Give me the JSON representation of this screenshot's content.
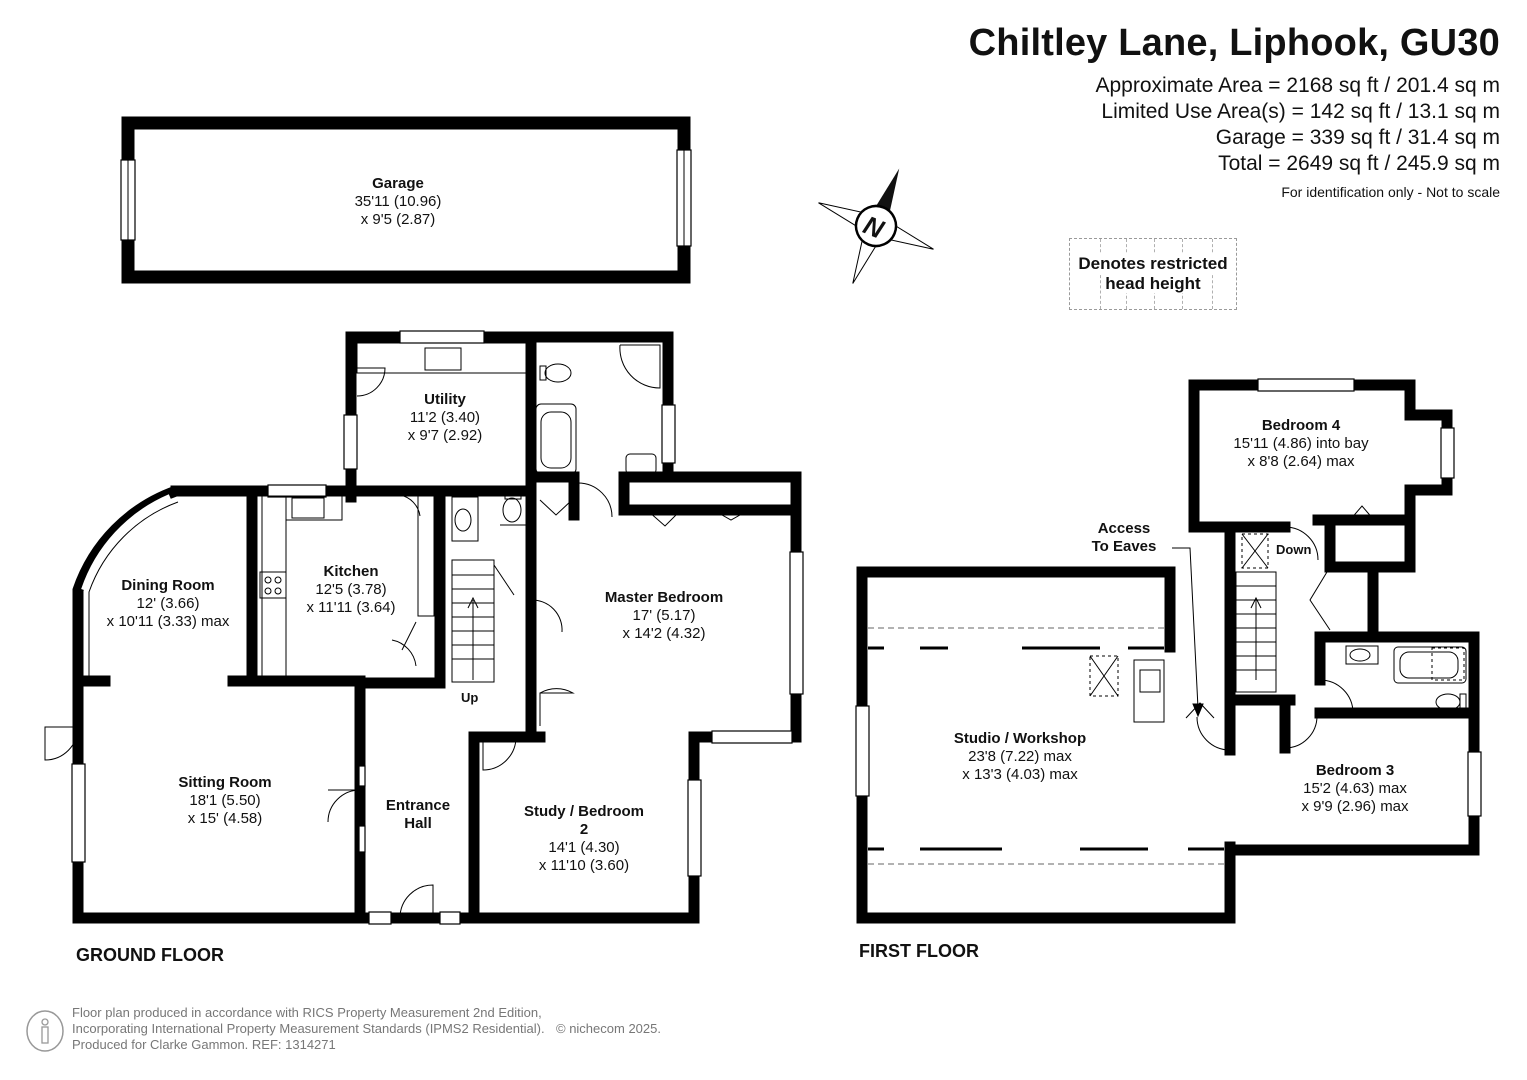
{
  "header": {
    "title": "Chiltley Lane, Liphook, GU30",
    "areas": [
      "Approximate Area = 2168 sq ft / 201.4 sq m",
      "Limited Use Area(s) = 142 sq ft / 13.1 sq m",
      "Garage = 339 sq ft / 31.4 sq m",
      "Total = 2649 sq ft / 245.9 sq m"
    ],
    "note": "For identification only - Not to scale"
  },
  "compass": {
    "label": "N"
  },
  "legend": {
    "line1": "Denotes restricted",
    "line2": "head height"
  },
  "rooms": {
    "garage": {
      "name": "Garage",
      "dim1": "35'11 (10.96)",
      "dim2": "x 9'5 (2.87)"
    },
    "utility": {
      "name": "Utility",
      "dim1": "11'2 (3.40)",
      "dim2": "x 9'7 (2.92)"
    },
    "kitchen": {
      "name": "Kitchen",
      "dim1": "12'5 (3.78)",
      "dim2": "x 11'11 (3.64)"
    },
    "dining": {
      "name": "Dining Room",
      "dim1": "12' (3.66)",
      "dim2": "x 10'11 (3.33) max"
    },
    "sitting": {
      "name": "Sitting Room",
      "dim1": "18'1 (5.50)",
      "dim2": "x 15' (4.58)"
    },
    "hall": {
      "name1": "Entrance",
      "name2": "Hall"
    },
    "master": {
      "name": "Master Bedroom",
      "dim1": "17' (5.17)",
      "dim2": "x 14'2 (4.32)"
    },
    "study": {
      "name1": "Study / Bedroom",
      "name2": "2",
      "dim1": "14'1 (4.30)",
      "dim2": "x 11'10 (3.60)"
    },
    "studio": {
      "name": "Studio / Workshop",
      "dim1": "23'8 (7.22) max",
      "dim2": "x 13'3 (4.03) max"
    },
    "bed4": {
      "name": "Bedroom 4",
      "dim1": "15'11 (4.86) into bay",
      "dim2": "x 8'8 (2.64) max"
    },
    "bed3": {
      "name": "Bedroom 3",
      "dim1": "15'2 (4.63) max",
      "dim2": "x 9'9 (2.96) max"
    }
  },
  "labels": {
    "up": "Up",
    "down": "Down",
    "eaves1": "Access",
    "eaves2": "To Eaves",
    "ground_floor": "GROUND FLOOR",
    "first_floor": "FIRST FLOOR"
  },
  "footer": {
    "line1": "Floor plan produced in accordance with RICS Property Measurement 2nd Edition,",
    "line2": "Incorporating International Property Measurement Standards (IPMS2 Residential).",
    "line3": "Produced for Clarke Gammon.   REF:  1314271",
    "copyright": "© nichecom 2025."
  }
}
